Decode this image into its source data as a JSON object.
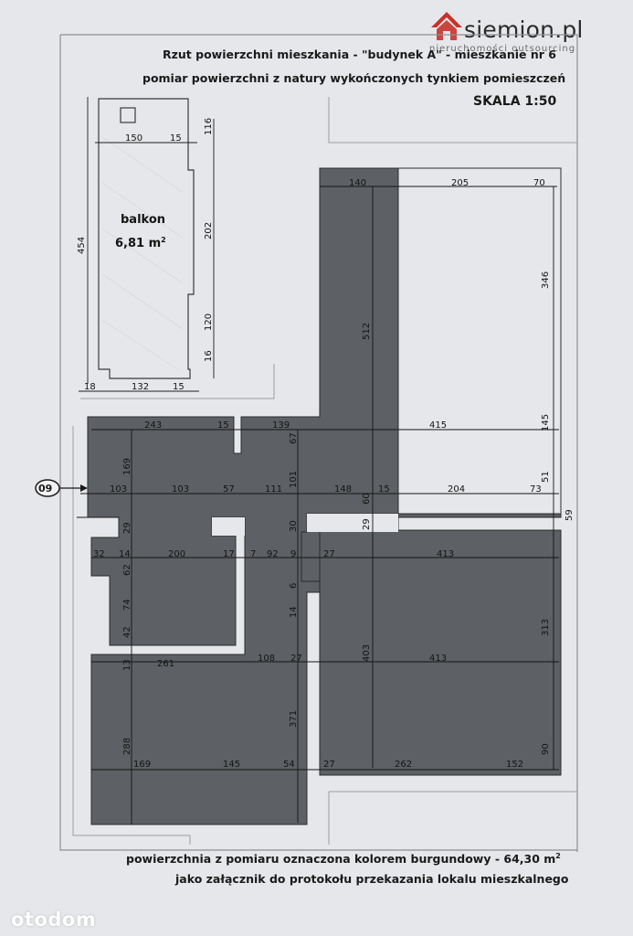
{
  "brand": {
    "name": "siemion.pl",
    "tagline": "nieruchomości outsourcing",
    "watermark": "otodom"
  },
  "header": {
    "line1_prefix": "Rzut powierzchni mieszkania - \"budynek A\" - mieszkanie nr",
    "apartment_no": "6",
    "line2": "pomiar powierzchni z natury wykończonych tynkiem pomieszczeń",
    "scale": "SKALA 1:50"
  },
  "balcony": {
    "label": "balkon",
    "area_value": "6,81 m",
    "area_exp": "2",
    "dims": {
      "top_width": "150",
      "top_step": "15",
      "bottom_left": "18",
      "bottom_width": "132",
      "bottom_step": "15",
      "total_length": "454",
      "right_top": "116",
      "right_mid": "202",
      "right_low": "120",
      "right_bottom": "16"
    }
  },
  "marker": "09",
  "dimensions": {
    "r1": [
      "140",
      "205",
      "70",
      "346",
      "512",
      "145"
    ],
    "r2": [
      "243",
      "15",
      "139",
      "67",
      "415"
    ],
    "r3": [
      "169",
      "103",
      "103",
      "57",
      "111",
      "101",
      "148",
      "60",
      "15",
      "204",
      "73",
      "51",
      "59"
    ],
    "r4": [
      "29",
      "30",
      "29"
    ],
    "r5": [
      "32",
      "14",
      "62",
      "200",
      "17",
      "7",
      "92",
      "9",
      "27",
      "413"
    ],
    "r6": [
      "74",
      "42",
      "6",
      "14",
      "403",
      "313"
    ],
    "r7": [
      "13",
      "261",
      "108",
      "27",
      "413"
    ],
    "r8": [
      "288",
      "371",
      "90"
    ],
    "r9": [
      "169",
      "145",
      "54",
      "27",
      "262",
      "152"
    ]
  },
  "footer": {
    "line1_prefix": "powierzchnia z pomiaru oznaczona kolorem burgundowy - 64,30 m",
    "line1_exp": "2",
    "line2": "jako załącznik do protokołu przekazania lokalu mieszkalnego"
  },
  "colors": {
    "fill": "#5d6064",
    "sheet": "#e6e7ea",
    "frame": "#8d8f93",
    "logo_red": "#c7332c"
  }
}
